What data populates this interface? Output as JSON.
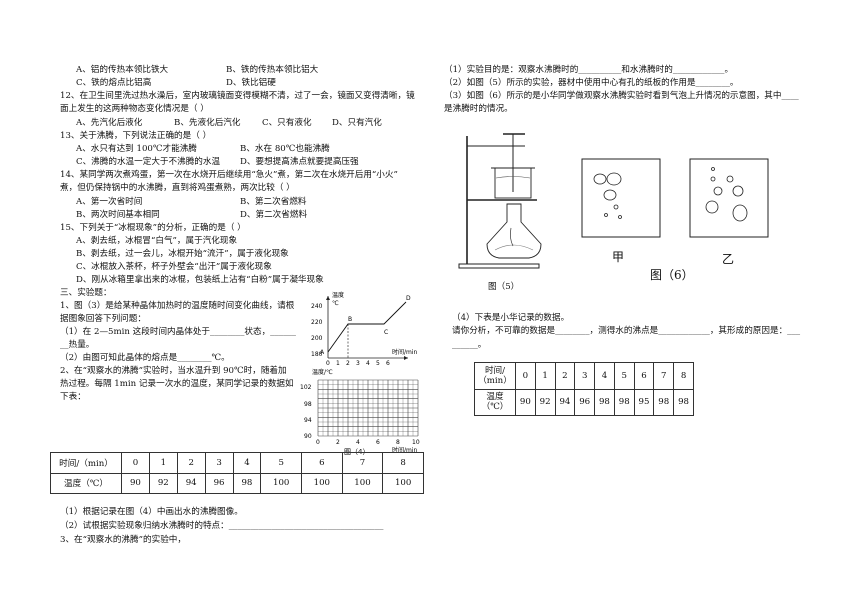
{
  "left": {
    "opt_a_b": [
      "A、铝的传热本领比铁大",
      "B、铁的传热本领比铝大"
    ],
    "opt_c_d": [
      "C、铁的熔点比铝高",
      "D、铁比铝硬"
    ],
    "q12": "12、在卫生间里洗过热水澡后，室内玻璃镜面变得模糊不清，过了一会，镜面又变得清晰，镜",
    "q12b": "面上发生的这两种物态变化情况是（      ）",
    "q12opts": [
      "A、先汽化后液化",
      "B、先液化后汽化",
      "C、只有液化",
      "D、只有汽化"
    ],
    "q13": "13、关于沸腾，下列说法正确的是（      ）",
    "q13ab": [
      "A、水只有达到 100℃才能沸腾",
      "B、水在 80℃也能沸腾"
    ],
    "q13cd": [
      "C、沸腾的水温一定大于不沸腾的水温",
      "D、要想提高沸点就要提高压强"
    ],
    "q14": "14、某同学两次煮鸡蛋，第一次在水烧开后继续用“急火”煮，第二次在水烧开后用“小火”",
    "q14b": "煮，但仍保持锅中的水沸腾，直到将鸡蛋煮熟，两次比较（      ）",
    "q14ab": [
      "A、第一次省时间",
      "B、第二次省燃料"
    ],
    "q14cd": [
      "B、两次时间基本相同",
      "D、第二次省燃料"
    ],
    "q15": "15、下列关于“冰棍现象”的分析，正确的是（      ）",
    "q15a": "A、剥去纸，冰棍冒“白气”，属于汽化现象",
    "q15b": "B、剥去纸，过一会儿，冰棍开始“流汗”，属于液化现象",
    "q15c": "C、冰棍放入茶杯，杯子外壁会“出汗”属于液化现象",
    "q15d": "D、刚从冰箱里拿出来的冰棍，包装纸上沾有“白粉”属于凝华现象",
    "sec3": "三、实验题：",
    "e1a": "1、图（3）是给某种晶体加热时的温度随时间变化曲线，请根",
    "e1b": "据图象回答下列问题：",
    "e1c": "（1）在 2—5min 这段时间内晶体处于________状态，______",
    "e1d": "__热量。",
    "e1e": "（2）由图可知此晶体的熔点是________℃。",
    "e2a": "2、在“观察水的沸腾”实验时，当水温升到 90℃时，随着加",
    "e2b": "热过程。每隔 1min 记录一次水的温度，某同学记录的数据如",
    "e2c": "下表：",
    "table": {
      "row1": [
        "时间/（min）",
        "0",
        "1",
        "2",
        "3",
        "4",
        "5",
        "6",
        "7",
        "8"
      ],
      "row2": [
        "温度（℃）",
        "90",
        "92",
        "94",
        "96",
        "98",
        "100",
        "100",
        "100",
        "100"
      ]
    },
    "f1": "（1）根据记录在图（4）中画出水的沸腾图像。",
    "f2": "（2）试根据实验现象归纳水沸腾时的特点：____________________________________",
    "f3": "3、在“观察水的沸腾”的实验中，"
  },
  "fig3": {
    "ylabel": "温度",
    "yunit": "℃",
    "xlabel": "时间/min",
    "yticks": [
      "240",
      "220",
      "200",
      "180"
    ],
    "xticks": [
      "0",
      "1",
      "2",
      "3",
      "4",
      "5",
      "6"
    ],
    "points": [
      "A",
      "B",
      "C",
      "D"
    ]
  },
  "fig4": {
    "ylabel": "温度/℃",
    "yticks": [
      "102",
      "98",
      "94",
      "90"
    ],
    "xticks": [
      "0",
      "2",
      "4",
      "6",
      "8",
      "10"
    ],
    "xlabel": "时间/min",
    "caption": "图（4）"
  },
  "right": {
    "r1": "（1）实验目的是：观察水沸腾时的__________和水沸腾时的____________。",
    "r2": "（2）如图（5）所示的实验，器材中使用中心有孔的纸板的作用是________。",
    "r3": "（3）如图（6）所示的是小华同学做观察水沸腾实验时看到气泡上升情况的示意图，其中____",
    "r3b": "是沸腾时的情况。",
    "fig5cap": "图（5）",
    "jia": "甲",
    "yi": "乙",
    "fig6cap": "图（6）",
    "r4": "（4）下表是小华记录的数据。",
    "r4b": "请你分析，不可靠的数据是________，测得水的沸点是____________，其形成的原因是：___",
    "r4c": "______。",
    "table": {
      "h1": "时间/",
      "h1b": "（min）",
      "times": [
        "0",
        "1",
        "2",
        "3",
        "4",
        "5",
        "6",
        "7",
        "8"
      ],
      "h2": "温度",
      "h2b": "（℃）",
      "temps": [
        "90",
        "92",
        "94",
        "96",
        "98",
        "98",
        "95",
        "98",
        "98"
      ]
    }
  }
}
